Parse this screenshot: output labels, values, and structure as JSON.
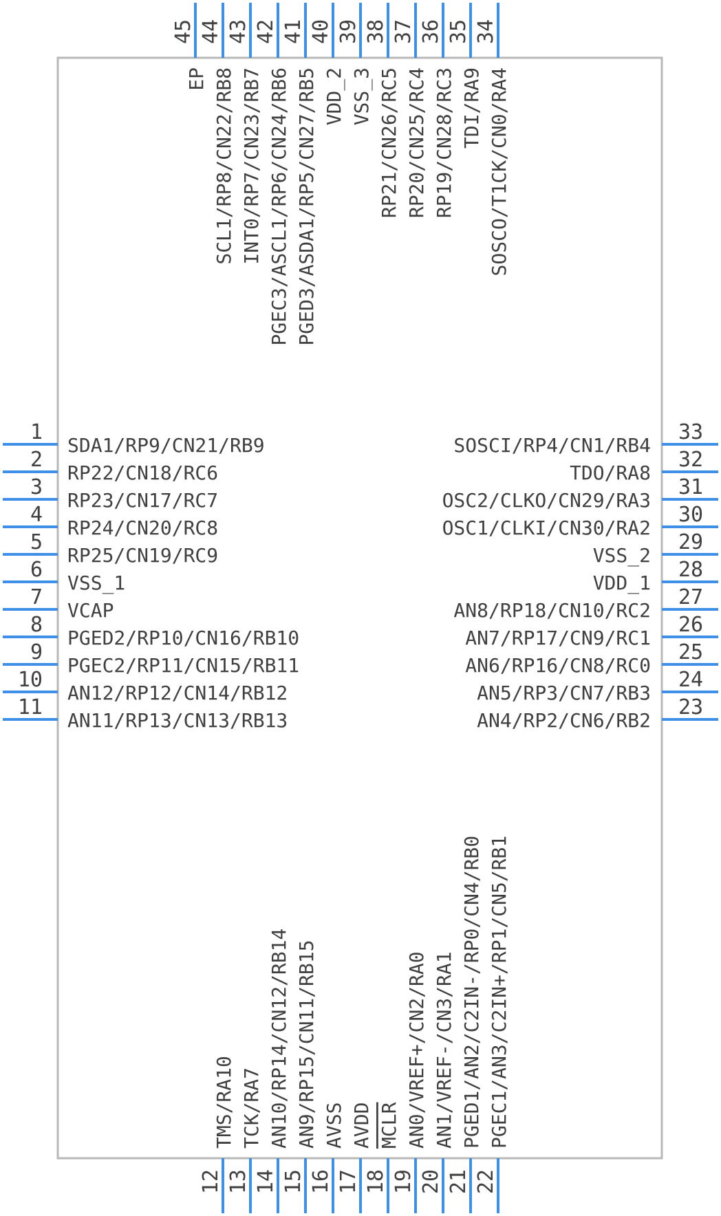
{
  "component": {
    "pins": [
      {
        "number": "1",
        "name": "SDA1/RP9/CN21/RB9"
      },
      {
        "number": "2",
        "name": "RP22/CN18/RC6"
      },
      {
        "number": "3",
        "name": "RP23/CN17/RC7"
      },
      {
        "number": "4",
        "name": "RP24/CN20/RC8"
      },
      {
        "number": "5",
        "name": "RP25/CN19/RC9"
      },
      {
        "number": "6",
        "name": "VSS_1"
      },
      {
        "number": "7",
        "name": "VCAP"
      },
      {
        "number": "8",
        "name": "PGED2/RP10/CN16/RB10"
      },
      {
        "number": "9",
        "name": "PGEC2/RP11/CN15/RB11"
      },
      {
        "number": "10",
        "name": "AN12/RP12/CN14/RB12"
      },
      {
        "number": "11",
        "name": "AN11/RP13/CN13/RB13"
      },
      {
        "number": "12",
        "name": "TMS/RA10"
      },
      {
        "number": "13",
        "name": "TCK/RA7"
      },
      {
        "number": "14",
        "name": "AN10/RP14/CN12/RB14"
      },
      {
        "number": "15",
        "name": "AN9/RP15/CN11/RB15"
      },
      {
        "number": "16",
        "name": "AVSS"
      },
      {
        "number": "17",
        "name": "AVDD"
      },
      {
        "number": "18",
        "name": "MCLR",
        "overline": true
      },
      {
        "number": "19",
        "name": "AN0/VREF+/CN2/RA0"
      },
      {
        "number": "20",
        "name": "AN1/VREF-/CN3/RA1"
      },
      {
        "number": "21",
        "name": "PGED1/AN2/C2IN-/RP0/CN4/RB0"
      },
      {
        "number": "22",
        "name": "PGEC1/AN3/C2IN+/RP1/CN5/RB1"
      },
      {
        "number": "23",
        "name": "AN4/RP2/CN6/RB2"
      },
      {
        "number": "24",
        "name": "AN5/RP3/CN7/RB3"
      },
      {
        "number": "25",
        "name": "AN6/RP16/CN8/RC0"
      },
      {
        "number": "26",
        "name": "AN7/RP17/CN9/RC1"
      },
      {
        "number": "27",
        "name": "AN8/RP18/CN10/RC2"
      },
      {
        "number": "28",
        "name": "VDD_1"
      },
      {
        "number": "29",
        "name": "VSS_2"
      },
      {
        "number": "30",
        "name": "OSC1/CLKI/CN30/RA2"
      },
      {
        "number": "31",
        "name": "OSC2/CLKO/CN29/RA3"
      },
      {
        "number": "32",
        "name": "TDO/RA8"
      },
      {
        "number": "33",
        "name": "SOSCI/RP4/CN1/RB4"
      },
      {
        "number": "34",
        "name": "SOSCO/T1CK/CN0/RA4"
      },
      {
        "number": "35",
        "name": "TDI/RA9"
      },
      {
        "number": "36",
        "name": "RP19/CN28/RC3"
      },
      {
        "number": "37",
        "name": "RP20/CN25/RC4"
      },
      {
        "number": "38",
        "name": "RP21/CN26/RC5"
      },
      {
        "number": "39",
        "name": "VSS_3"
      },
      {
        "number": "40",
        "name": "VDD_2"
      },
      {
        "number": "41",
        "name": "PGED3/ASDA1/RP5/CN27/RB5"
      },
      {
        "number": "42",
        "name": "PGEC3/ASCL1/RP6/CN24/RB6"
      },
      {
        "number": "43",
        "name": "INT0/RP7/CN23/RB7"
      },
      {
        "number": "44",
        "name": "SCL1/RP8/CN22/RB8"
      },
      {
        "number": "45",
        "name": "EP"
      }
    ],
    "colors": {
      "pin": "#3f8fe8",
      "body_outline": "#b8b8b8",
      "text": "#404040"
    }
  }
}
